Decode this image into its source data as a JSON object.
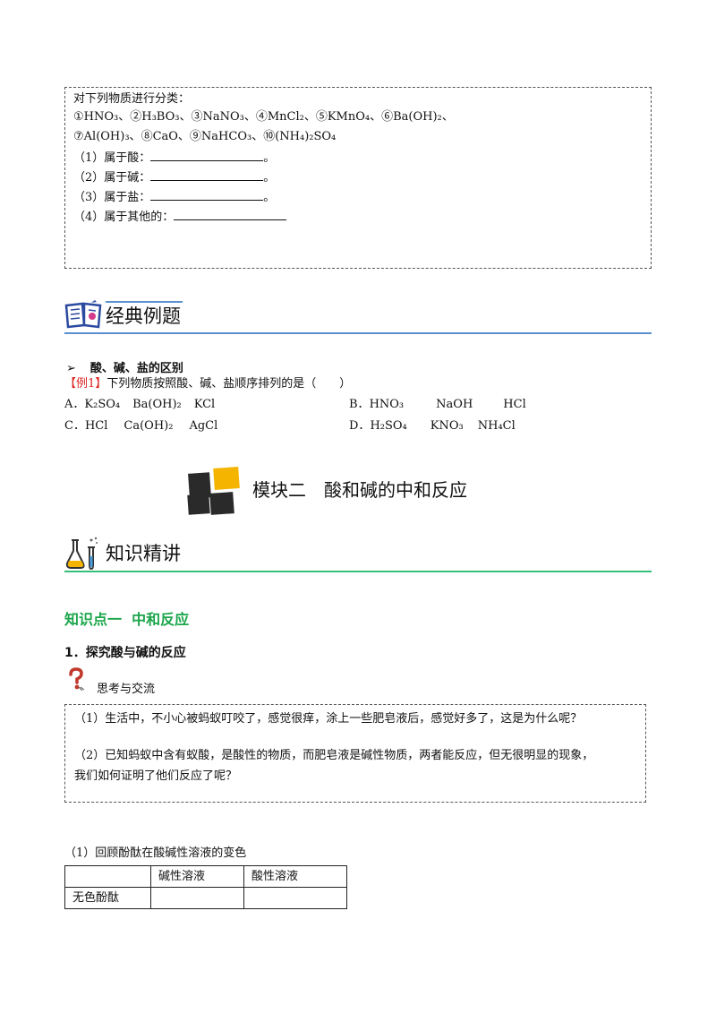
{
  "classification_box": {
    "intro": "对下列物质进行分类：",
    "row1": [
      "①HNO₃、",
      "②H₃BO₃、",
      "③NaNO₃、",
      "④MnCl₂、",
      "⑤KMnO₄、",
      "⑥Ba(OH)₂、"
    ],
    "row2": [
      "⑦Al(OH)₃、",
      "⑧CaO、",
      "⑨NaHCO₃、",
      "⑩(NH₄)₂SO₄"
    ],
    "q1": "（1）属于酸：",
    "q2": "（2）属于碱：",
    "q3": "（3）属于盐：",
    "q4": "（4）属于其他的：",
    "period": "。"
  },
  "examples_section": {
    "title": "经典例题",
    "bullet": "➢",
    "subheading": "酸、碱、盐的区别",
    "example_tag": "【例1】",
    "question": "下列物质按照酸、碱、盐顺序排列的是（　　）",
    "options": [
      {
        "label": "A．",
        "items": [
          "K₂SO₄",
          "Ba(OH)₂",
          "KCl"
        ]
      },
      {
        "label": "B．",
        "items": [
          "HNO₃",
          "NaOH",
          "HCl"
        ]
      },
      {
        "label": "C．",
        "items": [
          "HCl",
          "Ca(OH)₂",
          "AgCl"
        ]
      },
      {
        "label": "D．",
        "items": [
          "H₂SO₄",
          "KNO₃",
          "NH₄Cl"
        ]
      }
    ]
  },
  "module": {
    "title": "模块二　酸和碱的中和反应",
    "colors": {
      "dark": "#2a2a2a",
      "accent": "#f5b400"
    }
  },
  "knowledge_section": {
    "title": "知识精讲",
    "point_heading": "知识点一  中和反应",
    "sub_heading": "1．探究酸与碱的反应",
    "think_label": "思考与交流",
    "think_q1": "（1）生活中，不小心被蚂蚁叮咬了，感觉很痒，涂上一些肥皂液后，感觉好多了，这是为什么呢？",
    "think_q2_line1": "（2）已知蚂蚁中含有蚁酸，是酸性的物质，而肥皂液是碱性物质，两者能反应，但无很明显的现象，",
    "think_q2_line2": "我们如何证明了他们反应了呢？",
    "review_heading": "（1）回顾酚酞在酸碱性溶液的变色",
    "table": {
      "headers": [
        "",
        "碱性溶液",
        "酸性溶液"
      ],
      "rows": [
        [
          "无色酚酞",
          "",
          ""
        ]
      ]
    }
  }
}
